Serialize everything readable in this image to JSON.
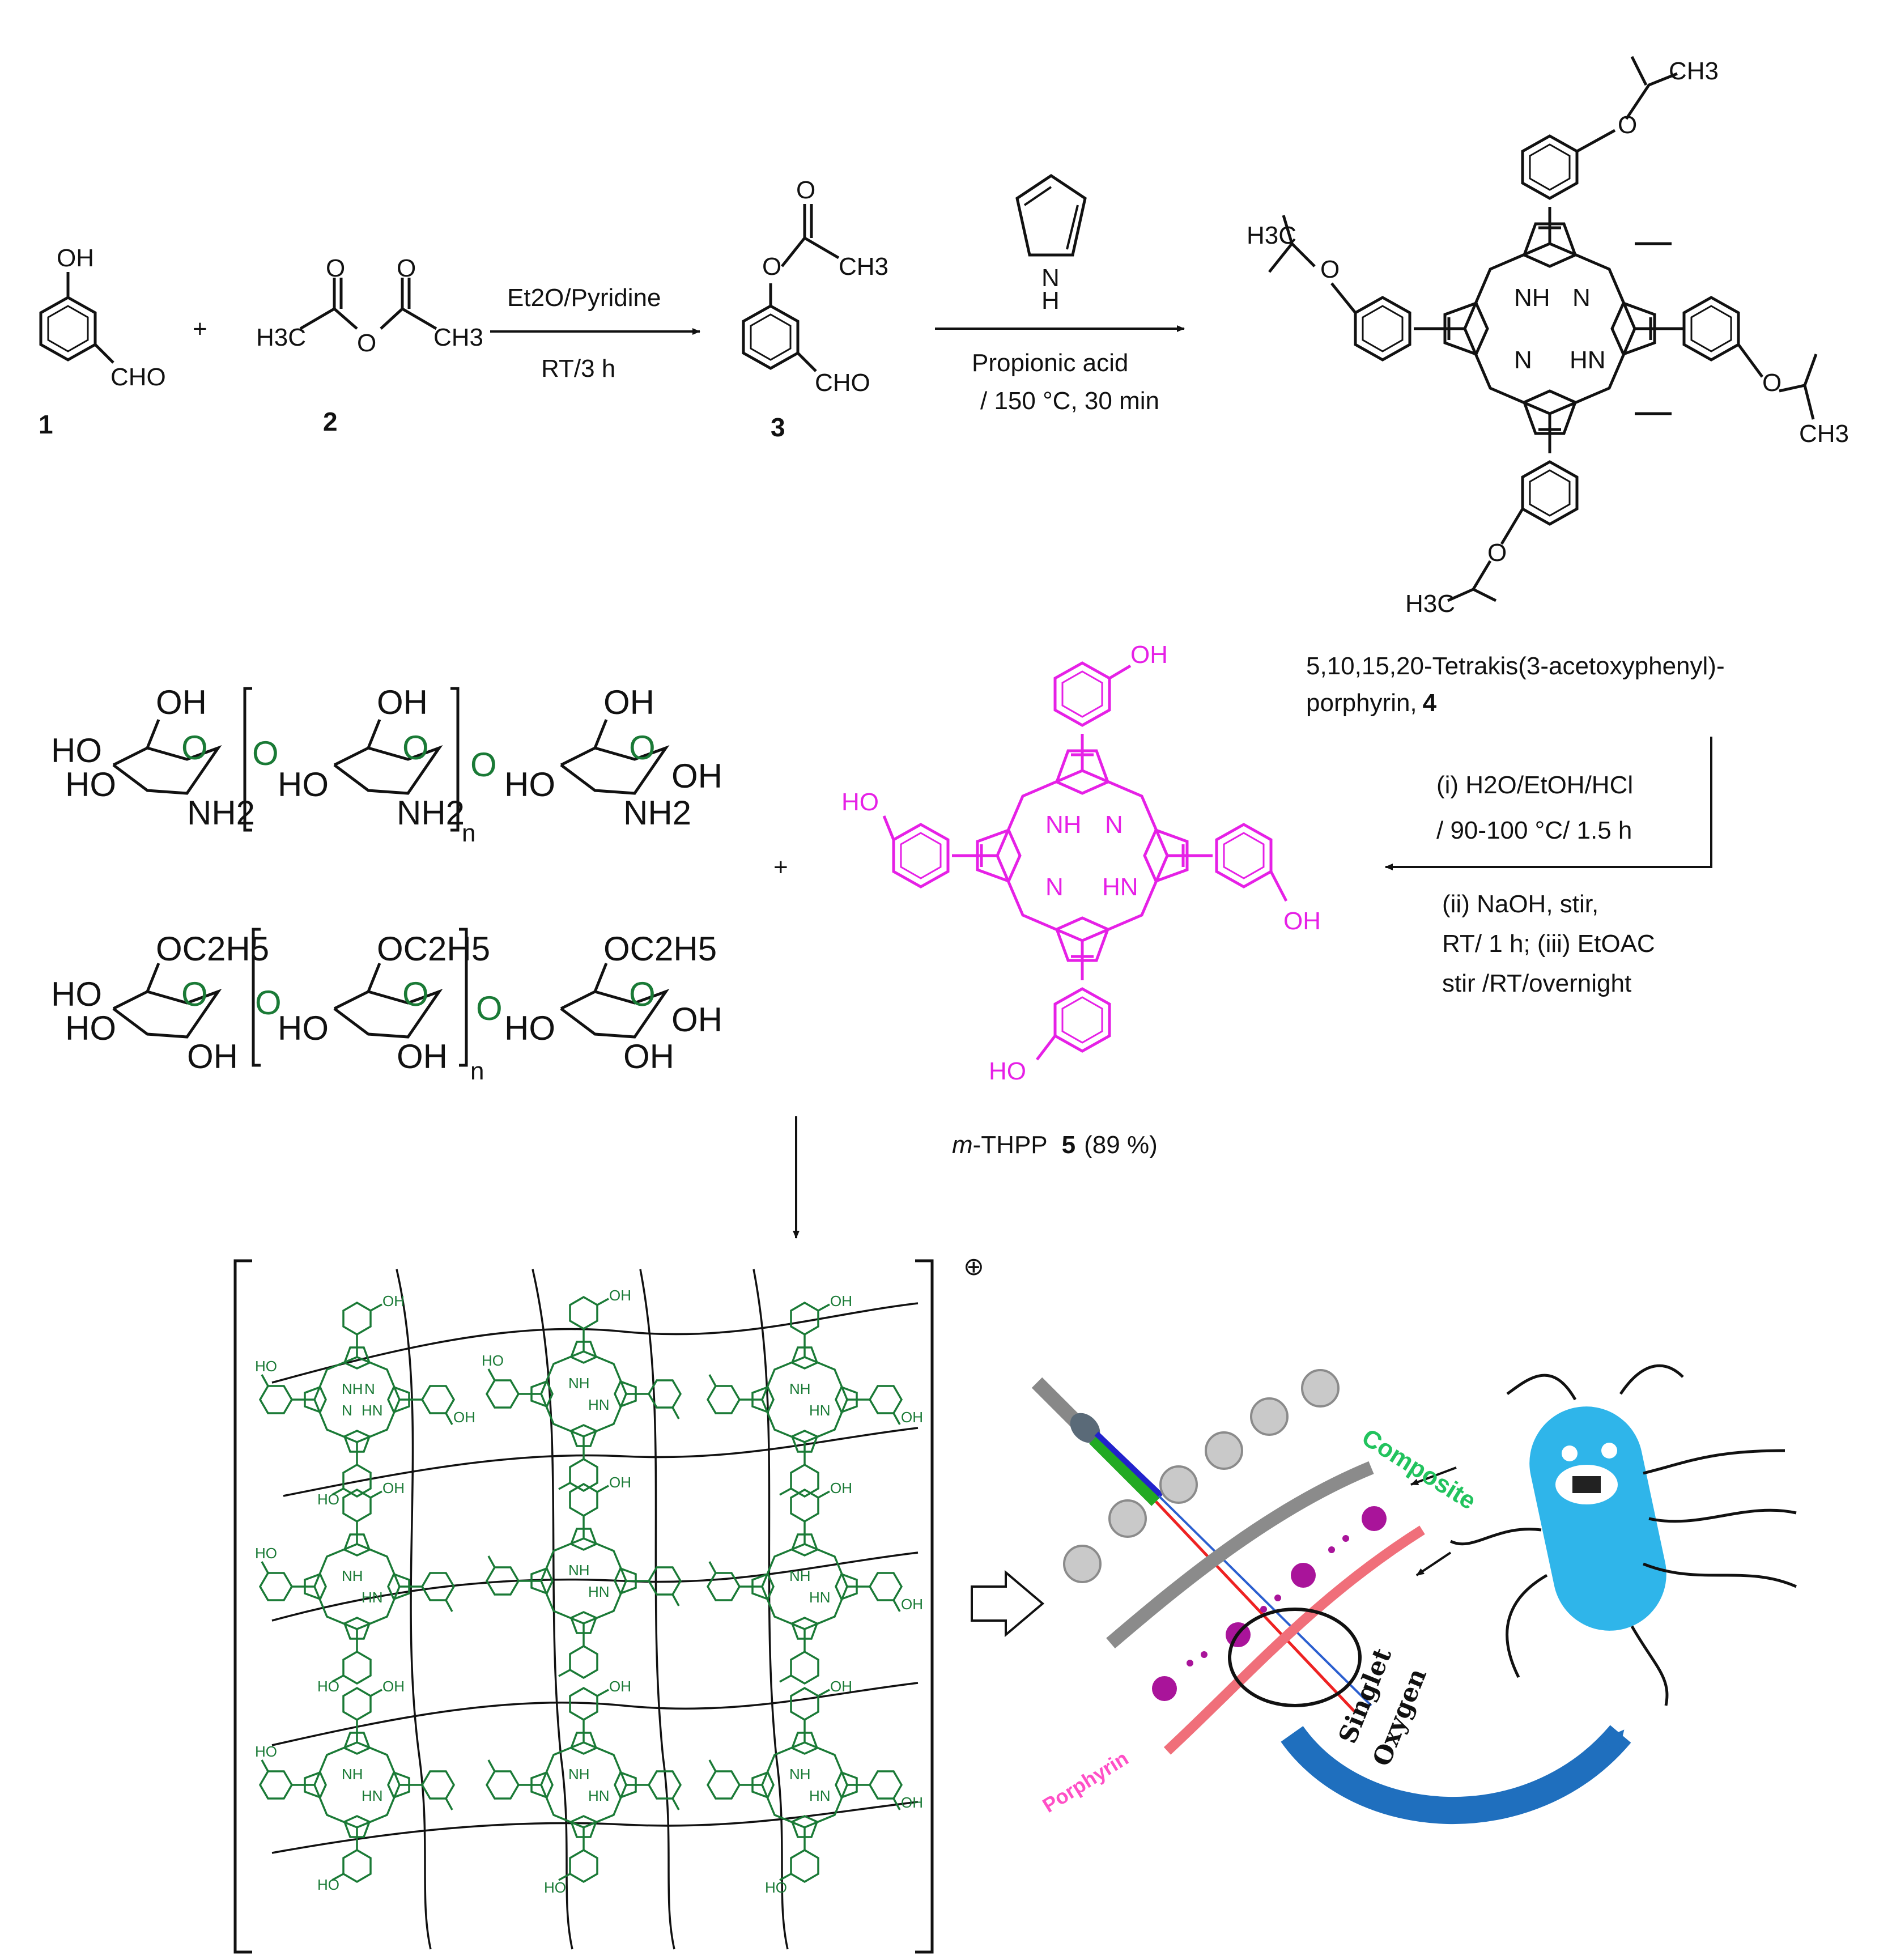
{
  "step1": {
    "cpd1_oh": "OH",
    "cpd1_cho": "CHO",
    "cpd1_label": "1",
    "plus1": "+",
    "cpd2_h3c": "H3C",
    "cpd2_o": "O",
    "cpd2_o_left": "O",
    "cpd2_o_right": "O",
    "cpd2_ch3": "CH3",
    "cpd2_label": "2",
    "cond_top": "Et2O/Pyridine",
    "cond_bottom": "RT/3 h"
  },
  "step2": {
    "cpd3_o_ester": "O",
    "cpd3_o_carbonyl": "O",
    "cpd3_ch3": "CH3",
    "cpd3_cho": "CHO",
    "cpd3_label": "3",
    "pyrrole_n": "N",
    "pyrrole_h": "H",
    "cond_line1": "Propionic acid",
    "cond_line2": "/ 150 °C, 30 min"
  },
  "cpd4": {
    "name_line1": "5,10,15,20-Tetrakis(3-acetoxyphenyl)-",
    "name_line2": "porphyrin,",
    "label": "4",
    "nh_top": "NH",
    "n_top": "N",
    "n_bottom": "N",
    "hn_bottom": "HN",
    "h3c_left": "H3C",
    "ch3_top": "CH3",
    "ch3_right": "CH3",
    "h3c_bottom": "H3C",
    "o": "O"
  },
  "step3": {
    "cond1": "(i) H2O/EtOH/HCl",
    "cond2": "/ 90-100 °C/ 1.5 h",
    "cond3": "(ii) NaOH, stir,",
    "cond4": "RT/ 1 h; (iii) EtOAC",
    "cond5": "stir /RT/overnight"
  },
  "polymers": {
    "chitosan_oh": "OH",
    "chitosan_ho": "HO",
    "chitosan_o": "O",
    "chitosan_nh2": "NH2",
    "chitosan_n": "n",
    "ec_oc2h5": "OC2H5",
    "ec_ho": "HO",
    "ec_o": "O",
    "ec_oh": "OH",
    "ec_n": "n",
    "plus": "+"
  },
  "cpd5": {
    "oh": "OH",
    "ho": "HO",
    "nh": "NH",
    "n": "N",
    "hn": "HN",
    "name_italic": "m",
    "name_rest": "-THPP",
    "label": "5",
    "yield": "(89 %)"
  },
  "composite": {
    "charge": "⊕",
    "oh": "OH",
    "ho": "HO",
    "nh": "NH",
    "n": "N",
    "hn": "HN"
  },
  "illustration": {
    "composite_label": "Composite",
    "porphyrin_label": "Porphyrin",
    "singlet_label": "Singlet",
    "oxygen_label": "Oxygen"
  },
  "colors": {
    "porphyrin_magenta": "#e620e6",
    "composite_green": "#1a7a36",
    "composite_text": "#22c35e",
    "porphyrin_text": "#ff4fc6",
    "bacteria_blue": "#2fb5ea",
    "arrow_blue": "#1f6fbe"
  }
}
